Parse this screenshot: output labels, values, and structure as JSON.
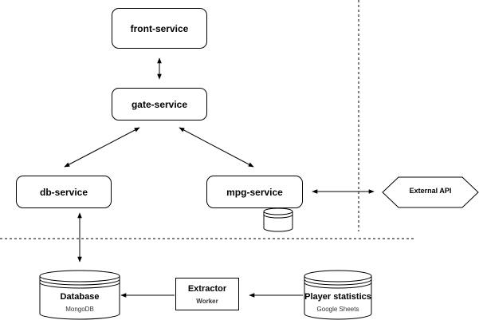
{
  "services": {
    "front": "front-service",
    "gate": "gate-service",
    "db": "db-service",
    "mpg": "mpg-service"
  },
  "external_api": "External API",
  "extractor": {
    "title": "Extractor",
    "subtitle": "Worker"
  },
  "database": {
    "title": "Database",
    "subtitle": "MongoDB"
  },
  "player_stats": {
    "title": "Player statistics",
    "subtitle": "Google Sheets"
  },
  "colors": {
    "stroke": "#000000",
    "background": "#ffffff"
  }
}
